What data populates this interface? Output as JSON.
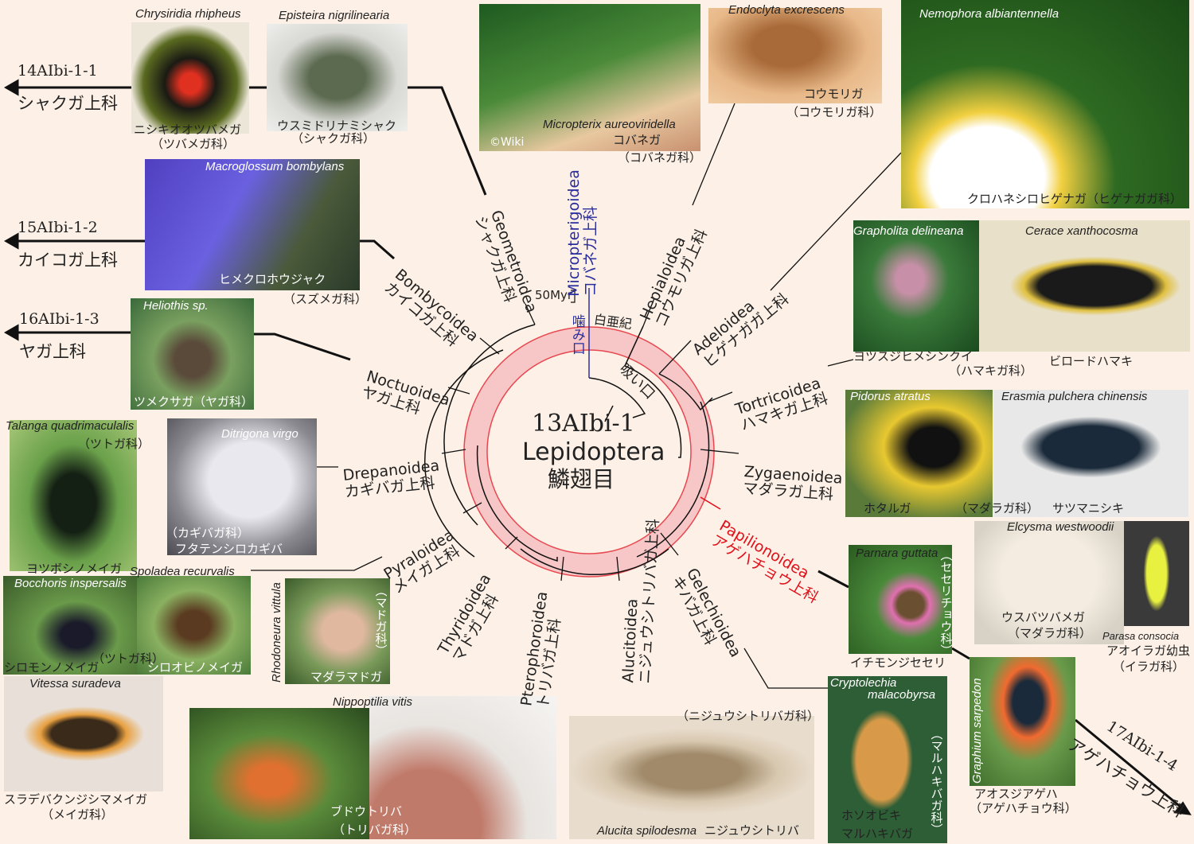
{
  "center": {
    "code": "13AIbi-1",
    "latin": "Lepidoptera",
    "jp": "鱗翅目",
    "period": "白亜紀",
    "chewing": "噛み口",
    "sucking": "吸い口",
    "scale": "50Myr"
  },
  "colors": {
    "ring": "#f7c6c6",
    "ring_border": "#e8474f",
    "accent_blue": "#2b2f9e",
    "accent_red": "#e0101a"
  },
  "arrows": [
    {
      "code": "14AIbi-1-1",
      "name": "シャクガ上科"
    },
    {
      "code": "15AIbi-1-2",
      "name": "カイコガ上科"
    },
    {
      "code": "16AIbi-1-3",
      "name": "ヤガ上科"
    },
    {
      "code": "17AIbi-1-4",
      "name": "アゲハチョウ上科"
    }
  ],
  "superfamilies": [
    {
      "latin": "Micropterigoidea",
      "jp": "コバネガ上科"
    },
    {
      "latin": "Geometroidea",
      "jp": "シャクガ上科"
    },
    {
      "latin": "Bombycoidea",
      "jp": "カイコガ上科"
    },
    {
      "latin": "Noctuoidea",
      "jp": "ヤガ上科"
    },
    {
      "latin": "Drepanoidea",
      "jp": "カギバガ上科"
    },
    {
      "latin": "Pyraloidea",
      "jp": "メイガ上科"
    },
    {
      "latin": "Thyridoidea",
      "jp": "マドガ上科"
    },
    {
      "latin": "Pterophoroidea",
      "jp": "トリバガ上科"
    },
    {
      "latin": "Alucitoidea",
      "jp": "ニジュウシトリバガ上科"
    },
    {
      "latin": "Gelechioidea",
      "jp": "キバガ上科"
    },
    {
      "latin": "Papilionoidea",
      "jp": "アゲハチョウ上科"
    },
    {
      "latin": "Zygaenoidea",
      "jp": "マダラガ上科"
    },
    {
      "latin": "Tortricoidea",
      "jp": "ハマキガ上科"
    },
    {
      "latin": "Adeloidea",
      "jp": "ヒゲナガガ上科"
    },
    {
      "latin": "Hepialoidea",
      "jp": "コウモリガ上科"
    }
  ],
  "photos": {
    "chrysiridia": {
      "sci": "Chrysiridia rhipheus",
      "jp": "ニシキオオツバメガ",
      "fam": "（ツバメガ科）"
    },
    "episteira": {
      "sci": "Episteira nigrilinearia",
      "jp": "ウスミドリナミシャク",
      "fam": "（シャクガ科）"
    },
    "micropterix": {
      "sci": "Micropterix aureoviridella",
      "jp": "コバネガ",
      "fam": "（コバネガ科）",
      "credit": "©Wiki"
    },
    "endoclyta": {
      "sci": "Endoclyta excrescens",
      "jp": "コウモリガ",
      "fam": "（コウモリガ科）"
    },
    "nemophora": {
      "sci": "Nemophora albiantennella",
      "jp": "クロハネシロヒゲナガ（ヒゲナガガ科）"
    },
    "macroglossum": {
      "sci": "Macroglossum bombylans",
      "jp": "ヒメクロホウジャク",
      "fam": "（スズメガ科）"
    },
    "heliothis": {
      "sci": "Heliothis sp.",
      "jp": "ツメクサガ（ヤガ科）"
    },
    "grapholita": {
      "sci": "Grapholita delineana",
      "jp": "ヨツスジヒメシンクイ",
      "fam": "（ハマキガ科）"
    },
    "cerace": {
      "sci": "Cerace xanthocosma",
      "jp": "ビロードハマキ"
    },
    "talanga": {
      "sci": "Talanga quadrimaculalis",
      "jp": "ヨツボシノメイガ",
      "fam": "（ツトガ科）"
    },
    "ditrigona": {
      "sci": "Ditrigona virgo",
      "jp": "フタテンシロカギバ",
      "fam": "（カギバガ科）"
    },
    "pidorus": {
      "sci": "Pidorus atratus",
      "jp": "ホタルガ",
      "fam": "（マダラガ科）"
    },
    "erasmia": {
      "sci": "Erasmia pulchera chinensis",
      "jp": "サツマニシキ"
    },
    "bocchoris": {
      "sci": "Bocchoris inspersalis",
      "jp": "シロモンノメイガ"
    },
    "spoladea": {
      "sci": "Spoladea recurvalis",
      "jp": "シロオビノメイガ",
      "fam": "（ツトガ科）"
    },
    "rhodoneura": {
      "sci": "Rhodoneura vittula",
      "jp": "マダラマドガ",
      "fam": "（マドガ科）"
    },
    "vitessa": {
      "sci": "Vitessa suradeva",
      "jp": "スラデバクンジシマメイガ",
      "fam": "（メイガ科）"
    },
    "nippoptilia": {
      "sci": "Nippoptilia vitis",
      "jp": "ブドウトリバ",
      "fam": "（トリバガ科）"
    },
    "alucita": {
      "sci": "Alucita spilodesma",
      "jp": "ニジュウシトリバ",
      "fam": "（ニジュウシトリバガ科）"
    },
    "cryptolechia": {
      "sci1": "Cryptolechia",
      "sci2": "malacobyrsa",
      "jp1": "ホソオビキ",
      "jp2": "マルハキバガ",
      "fam": "（マルハキバガ科）"
    },
    "parnara": {
      "sci": "Parnara guttata",
      "jp": "イチモンジセセリ",
      "fam": "（セセリチョウ科）"
    },
    "elcysma": {
      "sci": "Elcysma westwoodii",
      "jp": "ウスバツバメガ",
      "fam": "（マダラガ科）"
    },
    "parasa": {
      "sci": "Parasa consocia",
      "jp": "アオイラガ幼虫",
      "fam": "（イラガ科）"
    },
    "graphium": {
      "sci": "Graphium sarpedon",
      "jp": "アオスジアゲハ",
      "fam": "（アゲハチョウ科）"
    }
  }
}
